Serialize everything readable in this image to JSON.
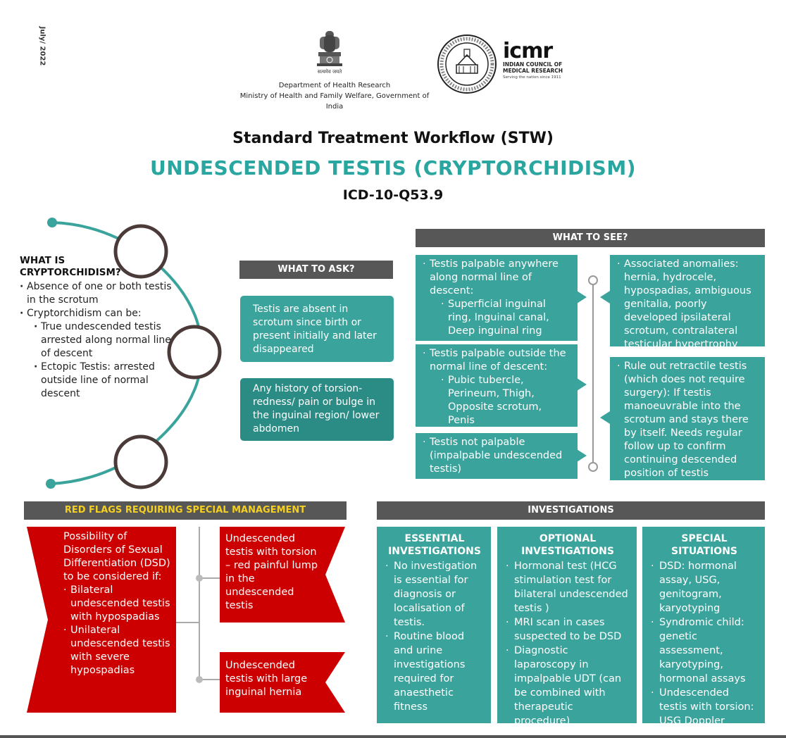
{
  "header": {
    "date": "July/ 2022",
    "emblem_motto": "सत्यमेव जयते",
    "dept_line1": "Department of Health Research",
    "dept_line2": "Ministry of Health and Family Welfare, Government of India",
    "icmr_word": "icmr",
    "icmr_full_line1": "INDIAN COUNCIL OF",
    "icmr_full_line2": "MEDICAL RESEARCH",
    "icmr_tagline": "Serving the nation since 1911"
  },
  "titles": {
    "line1": "Standard Treatment Workflow (STW)",
    "line2": "UNDESCENDED TESTIS (CRYPTORCHIDISM)",
    "line3": "ICD-10-Q53.9"
  },
  "what_is": {
    "heading_line1": "WHAT IS",
    "heading_line2": "CRYPTORCHIDISM?",
    "item1": "Absence of one or both testis in the scrotum",
    "item2": "Cryptorchidism can be:",
    "sub1": "True undescended testis arrested along normal line of descent",
    "sub2": "Ectopic Testis: arrested outside line of normal descent"
  },
  "what_to_ask": {
    "header": "WHAT TO ASK?",
    "box1": "Testis are absent in scrotum since birth or present initially and later disappeared",
    "box2": "Any history of torsion- redness/ pain or bulge in the inguinal region/ lower abdomen"
  },
  "what_to_see": {
    "header": "WHAT TO SEE?",
    "left1_main": "Testis palpable anywhere along normal line of descent:",
    "left1_sub": "Superficial inguinal ring, Inguinal canal, Deep inguinal ring",
    "left2_main": "Testis palpable outside the normal line of descent:",
    "left2_sub": "Pubic tubercle, Perineum, Thigh, Opposite scrotum, Penis",
    "left3_main": "Testis not palpable (impalpable undescended testis)",
    "right1": "Associated anomalies: hernia, hydrocele, hypospadias, ambiguous genitalia, poorly developed ipsilateral scrotum, contralateral testicular hypertrophy",
    "right2": "Rule out retractile testis (which does not require surgery): If testis manoeuvrable into the scrotum and stays there by itself. Needs regular follow up to confirm continuing descended position of testis"
  },
  "red_flags": {
    "header": "RED FLAGS REQUIRING SPECIAL MANAGEMENT",
    "main_intro": "Possibility of Disorders of Sexual Differentiation (DSD) to be considered if:",
    "main_item1": "Bilateral undescended testis with hypospadias",
    "main_item2": "Unilateral undescended testis with severe hypospadias",
    "right1": "Undescended testis with torsion – red painful lump in the undescended testis",
    "right2": "Undescended testis with large inguinal hernia"
  },
  "investigations": {
    "header": "INVESTIGATIONS",
    "essential_title": "ESSENTIAL INVESTIGATIONS",
    "essential_items": [
      "No investigation is essential for diagnosis or localisation of testis.",
      "Routine blood and urine investigations required for anaesthetic fitness"
    ],
    "optional_title": "OPTIONAL INVESTIGATIONS",
    "optional_items": [
      "Hormonal test (HCG stimulation test for bilateral undescended testis )",
      "MRI scan in cases suspected to be DSD",
      "Diagnostic laparoscopy in impalpable UDT (can be combined with therapeutic procedure)"
    ],
    "special_title": "SPECIAL SITUATIONS",
    "special_items": [
      "DSD: hormonal assay, USG, genitogram, karyotyping",
      "Syndromic child: genetic assessment, karyotyping, hormonal assays",
      "Undescended testis with torsion: USG Doppler"
    ]
  },
  "colors": {
    "teal": "#3aa39c",
    "dark_teal": "#2b8c85",
    "title_teal": "#2aa6a0",
    "header_gray": "#575757",
    "red": "#cc0000",
    "yellow": "#f5d020",
    "circle_outline": "#4a3a38"
  }
}
